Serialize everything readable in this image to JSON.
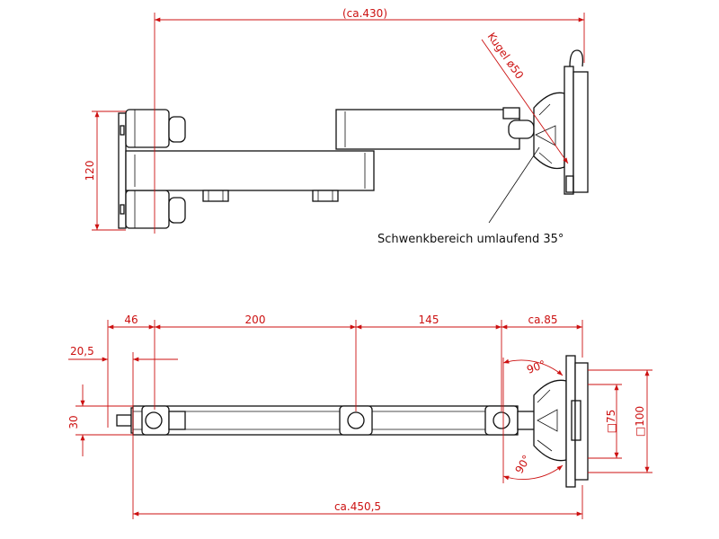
{
  "top_view": {
    "overall_width_label": "(ca.430)",
    "height_label": "120",
    "ball_label": "Kugel ø50",
    "swivel_note": "Schwenkbereich umlaufend 35°"
  },
  "side_view": {
    "seg_46": "46",
    "seg_200": "200",
    "seg_145": "145",
    "seg_85": "ca.85",
    "offset_20_5": "20,5",
    "height_30": "30",
    "angle_top": "90°",
    "angle_bottom": "90°",
    "vesa_75": "□75",
    "vesa_100": "□100",
    "overall_length": "ca.450,5"
  },
  "colors": {
    "dimension": "#cc1111",
    "outline": "#111111"
  }
}
